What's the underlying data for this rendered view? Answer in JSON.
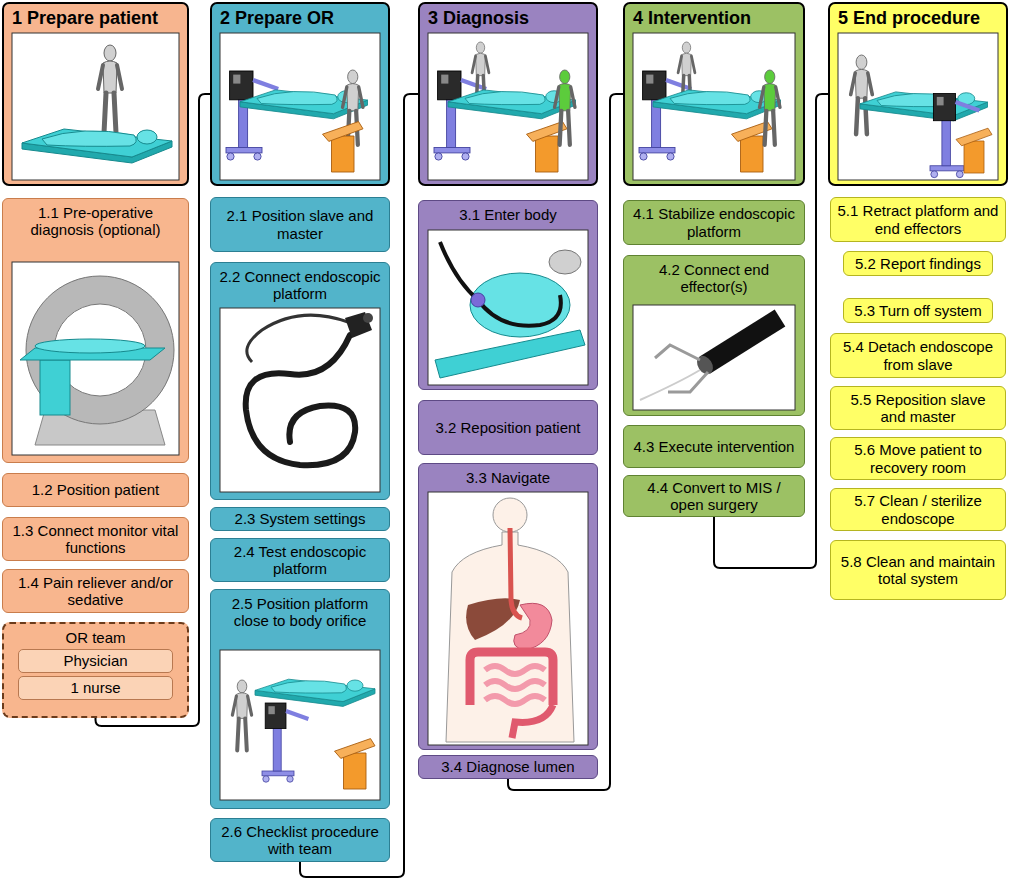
{
  "diagram": {
    "nodes": [
      {
        "text": [
          "1 Prepare patient"
        ]
      },
      {
        "text": [
          "1.1 Pre-operative diagnosis (optional)"
        ]
      },
      {
        "text": [
          "1.2 Position patient"
        ]
      },
      {
        "text": [
          "1.3 Connect monitor vital functions"
        ]
      },
      {
        "text": [
          "1.4 Pain reliever and/or sedative"
        ]
      },
      {
        "text": [
          "OR team"
        ]
      },
      {
        "text": [
          "Physician"
        ],
        "in": 5
      },
      {
        "text": [
          "1 nurse"
        ],
        "in": 5
      },
      {
        "text": [
          "2 Prepare OR"
        ]
      },
      {
        "text": [
          "2.1 Position slave and master"
        ]
      },
      {
        "text": [
          "2.2 Connect endoscopic platform"
        ]
      },
      {
        "text": [
          "2.3 System settings"
        ]
      },
      {
        "text": [
          "2.4 Test endoscopic platform"
        ]
      },
      {
        "text": [
          "2.5 Position platform close to body orifice"
        ]
      },
      {
        "text": [
          "2.6 Checklist procedure with team"
        ]
      },
      {
        "text": [
          "3 Diagnosis"
        ]
      },
      {
        "text": [
          "3.1 Enter body"
        ]
      },
      {
        "text": [
          "3.2 Reposition patient"
        ]
      },
      {
        "text": [
          "3.3 Navigate"
        ]
      },
      {
        "text": [
          "3.4 Diagnose lumen"
        ]
      },
      {
        "text": [
          "4 Intervention"
        ]
      },
      {
        "text": [
          "4.1 Stabilize endoscopic platform"
        ]
      },
      {
        "text": [
          "4.2 Connect end effector(s)"
        ]
      },
      {
        "text": [
          "4.3 Execute intervention"
        ]
      },
      {
        "text": [
          "4.4 Convert to MIS / open surgery"
        ]
      },
      {
        "text": [
          "5 End procedure"
        ]
      },
      {
        "text": [
          "5.1 Retract platform and end effectors"
        ]
      },
      {
        "text": [
          "5.2 Report findings"
        ]
      },
      {
        "text": [
          "5.3 Turn off system"
        ]
      },
      {
        "text": [
          "5.4 Detach endoscope from slave"
        ]
      },
      {
        "text": [
          "5.5 Reposition slave and master"
        ]
      },
      {
        "text": [
          "5.6 Move patient to recovery room"
        ]
      },
      {
        "text": [
          "5.7 Clean / sterilize endoscope"
        ]
      },
      {
        "text": [
          "5.8 Clean and maintain total system"
        ]
      }
    ],
    "edges": [
      {
        "from": 5,
        "to": 8,
        "arrow": "none"
      },
      {
        "from": 14,
        "to": 15,
        "arrow": "none"
      },
      {
        "from": 19,
        "to": 20,
        "arrow": "none"
      },
      {
        "from": 24,
        "to": 25,
        "arrow": "none"
      }
    ]
  }
}
